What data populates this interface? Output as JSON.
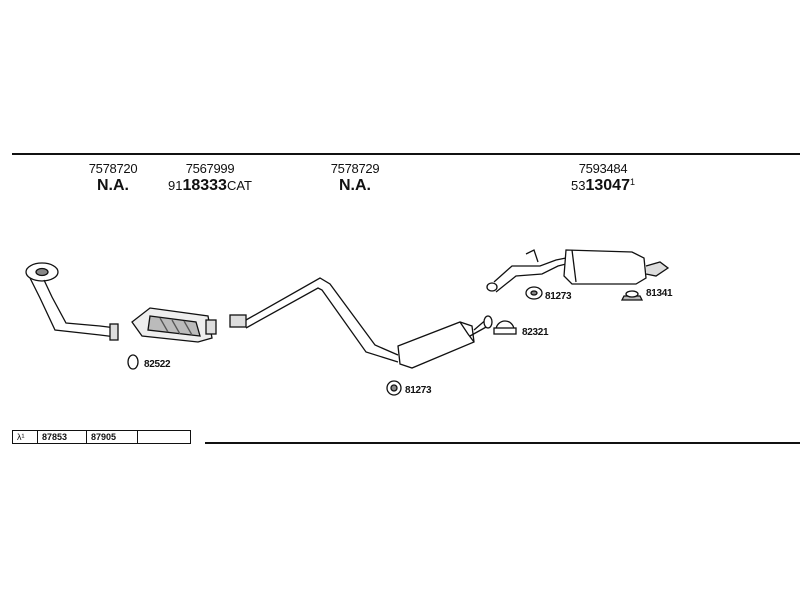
{
  "headers": [
    {
      "part": "7578720",
      "alt_main": "N.A.",
      "alt_prefix": "",
      "alt_suffix": "",
      "alt_sup": ""
    },
    {
      "part": "7567999",
      "alt_main": "18333",
      "alt_prefix": "91",
      "alt_suffix": "CAT",
      "alt_sup": ""
    },
    {
      "part": "7578729",
      "alt_main": "N.A.",
      "alt_prefix": "",
      "alt_suffix": "",
      "alt_sup": ""
    },
    {
      "part": "7593484",
      "alt_main": "13047",
      "alt_prefix": "53",
      "alt_suffix": "",
      "alt_sup": "1"
    }
  ],
  "labels": {
    "gasket_front": "82522",
    "rubber_mid": "81273",
    "clamp": "82321",
    "rubber_rear": "81273",
    "rear_mount": "81341"
  },
  "legend": {
    "symbol": "λ¹",
    "items": [
      "87853",
      "87905",
      ""
    ]
  }
}
